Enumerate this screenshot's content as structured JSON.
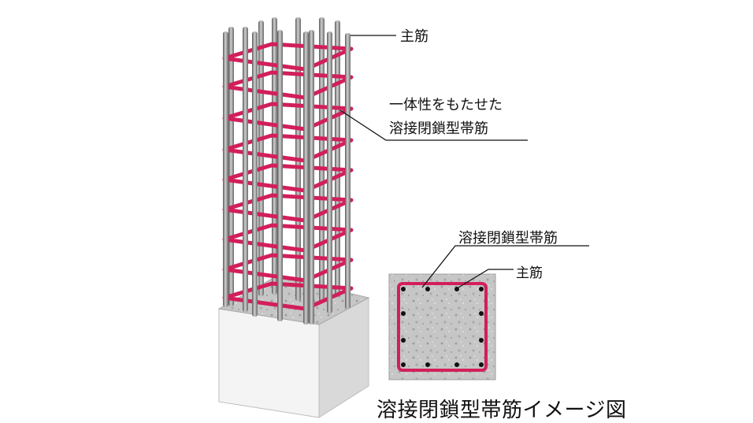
{
  "labels": {
    "main_rebar": "主筋",
    "unified_line1": "一体性をもたせた",
    "unified_line2": "溶接閉鎖型帯筋",
    "section_hoop": "溶接閉鎖型帯筋",
    "section_main_rebar": "主筋",
    "caption": "溶接閉鎖型帯筋イメージ図"
  },
  "colors": {
    "hoop": "#d21f5a",
    "rebar": "#8a8a8a",
    "concrete": "#c9c9c9",
    "block": "#f3f3f3",
    "leader": "#111111"
  }
}
